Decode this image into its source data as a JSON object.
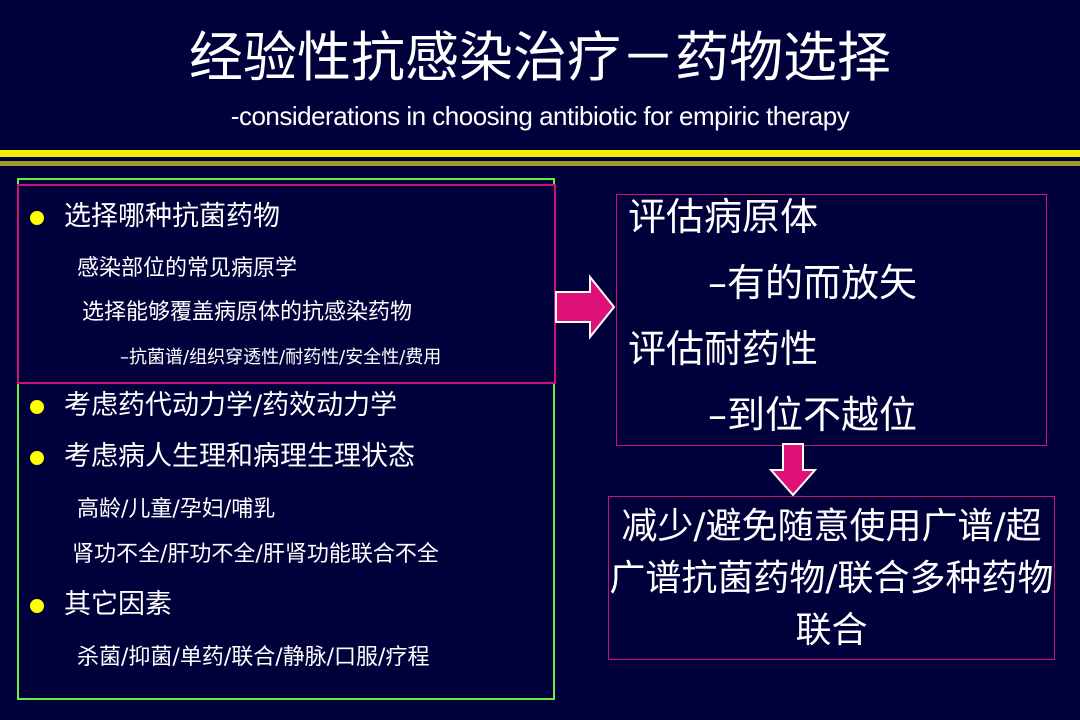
{
  "title": "经验性抗感染治疗－药物选择",
  "subtitle": "-considerations in choosing antibiotic for empiric therapy",
  "left_panel": {
    "bullet1": "选择哪种抗菌药物",
    "sub1": "感染部位的常见病原学",
    "sub2": "选择能够覆盖病原体的抗感染药物",
    "sub3": "–抗菌谱/组织穿透性/耐药性/安全性/费用",
    "bullet2": "考虑药代动力学/药效动力学",
    "bullet3": "考虑病人生理和病理生理状态",
    "sub4": "高龄/儿童/孕妇/哺乳",
    "sub5": "肾功不全/肝功不全/肝肾功能联合不全",
    "bullet4": "其它因素",
    "sub6": "杀菌/抑菌/单药/联合/静脉/口服/疗程"
  },
  "right_panel": {
    "line1": "评估病原体",
    "line2": "–有的而放矢",
    "line3": "评估耐药性",
    "line4": "–到位不越位",
    "conclusion": "减少/避免随意使用广谱/超广谱抗菌药物/联合多种药物联合"
  },
  "colors": {
    "background": "#00003a",
    "bullet": "#ffff00",
    "pink_border": "#cc1177",
    "green_border": "#66ee44",
    "arrow": "#dd1177"
  }
}
